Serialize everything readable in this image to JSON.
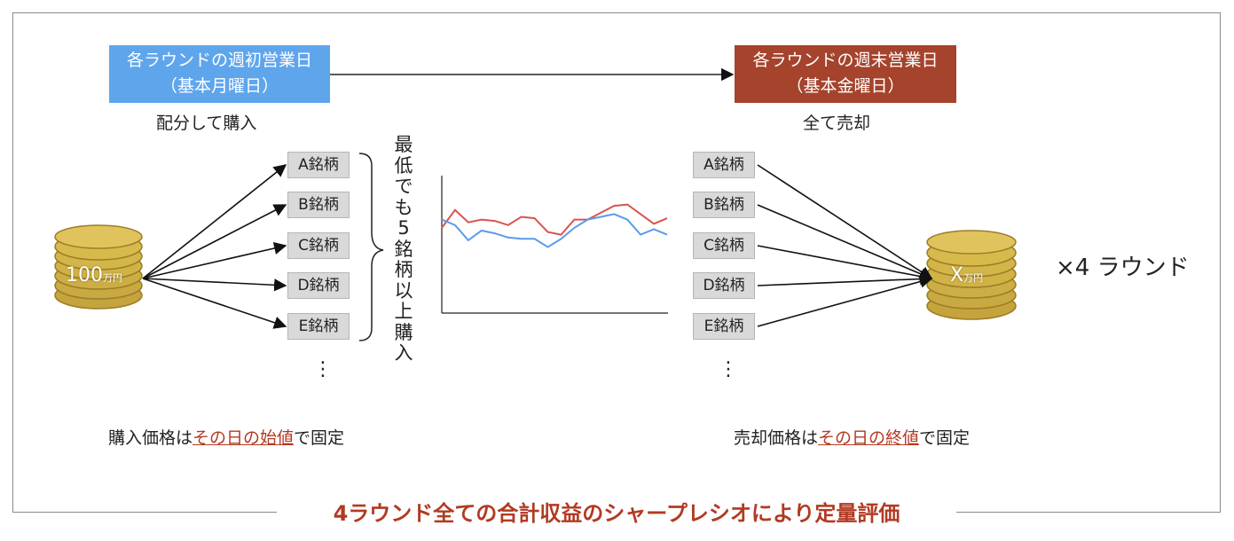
{
  "header": {
    "buy_day_line1": "各ラウンドの週初営業日",
    "buy_day_line2": "（基本月曜日）",
    "sell_day_line1": "各ラウンドの週末営業日",
    "sell_day_line2": "（基本金曜日）",
    "buy_caption": "配分して購入",
    "sell_caption": "全て売却"
  },
  "capital": {
    "start_amount": "100",
    "end_amount": "X",
    "unit": "万円"
  },
  "buy_stocks": [
    "A銘柄",
    "B銘柄",
    "C銘柄",
    "D銘柄",
    "E銘柄"
  ],
  "sell_stocks": [
    "A銘柄",
    "B銘柄",
    "C銘柄",
    "D銘柄",
    "E銘柄"
  ],
  "ellipsis": "⋮",
  "min_note_chars": [
    "最",
    "低",
    "で",
    "も",
    "5",
    "銘",
    "柄",
    "以",
    "上",
    "購",
    "入"
  ],
  "buy_price_note": {
    "prefix": "購入価格は",
    "highlight": "その日の始値",
    "suffix": "で固定"
  },
  "sell_price_note": {
    "prefix": "売却価格は",
    "highlight": "その日の終値",
    "suffix": "で固定"
  },
  "rounds_label": "×4 ラウンド",
  "footer_title": "4ラウンド全ての合計収益のシャープレシオにより定量評価",
  "colors": {
    "blue_box": "#5fa5ec",
    "brown_box": "#a5432c",
    "accent": "#b23a22",
    "coin_gold": "#d4b246",
    "series_red": "#d9534f",
    "series_blue": "#5b9bea"
  },
  "sparkline": {
    "red": [
      62,
      75,
      66,
      68,
      67,
      64,
      70,
      69,
      59,
      57,
      68,
      68,
      73,
      78,
      79,
      72,
      65,
      69
    ],
    "blue": [
      68,
      64,
      53,
      60,
      58,
      55,
      54,
      54,
      48,
      54,
      62,
      68,
      70,
      72,
      68,
      57,
      61,
      57
    ]
  }
}
